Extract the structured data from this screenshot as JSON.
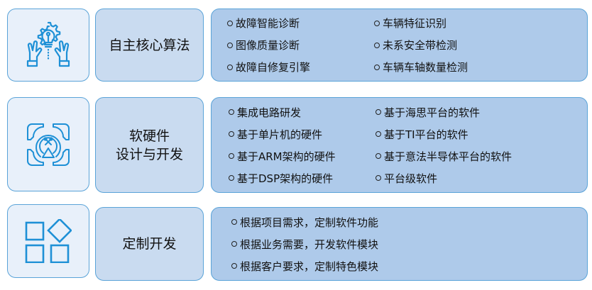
{
  "rows": [
    {
      "icon": "lightbulb-gear-hands-icon",
      "title_lines": [
        "自主核心算法"
      ],
      "items": [
        "故障智能诊断",
        "车辆特征识别",
        "图像质量诊断",
        "未系安全带检测",
        "故障自修复引擎",
        "车辆车轴数量检测"
      ]
    },
    {
      "icon": "tools-target-icon",
      "title_lines": [
        "软硬件",
        "设计与开发"
      ],
      "items": [
        "集成电路研发",
        "基于海思平台的软件",
        "基于单片机的硬件",
        "基于TI平台的软件",
        "基于ARM架构的硬件",
        "基于意法半导体平台的软件",
        "基于DSP架构的硬件",
        "平台级软件"
      ]
    },
    {
      "icon": "squares-diamond-icon",
      "title_lines": [
        "定制开发"
      ],
      "items": [
        "根据项目需求，定制软件功能",
        "根据业务需要，开发软件模块",
        "根据客户要求，定制特色模块"
      ]
    }
  ],
  "colors": {
    "border": "#5aa3d8",
    "icon_bg": "#e8f0fa",
    "title_bg": "#c9dbf0",
    "content_bg": "#aecaea",
    "icon_stroke": "#1e90d6"
  }
}
